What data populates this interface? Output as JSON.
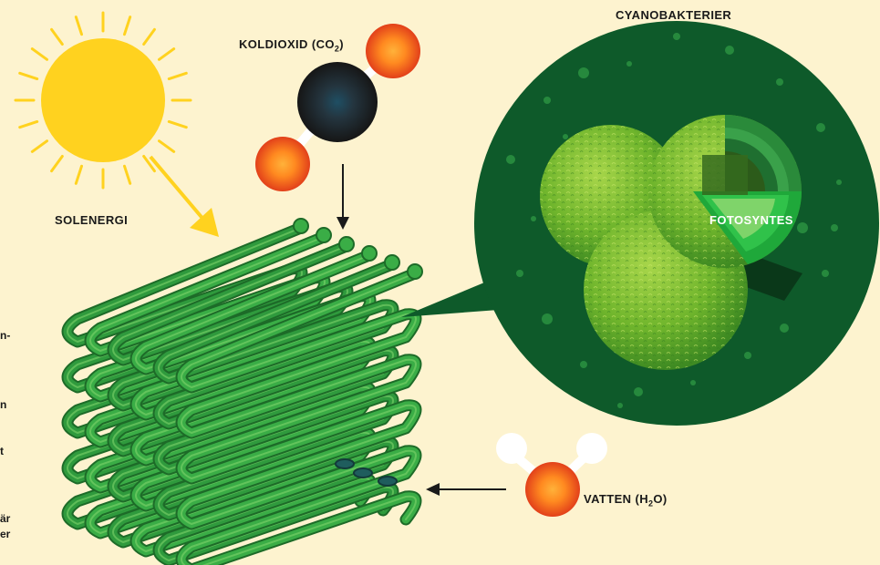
{
  "labels": {
    "koldioxid_prefix": "KOLDIOXID (CO",
    "koldioxid_sub": "2",
    "koldioxid_suffix": ")",
    "solenergi": "SOLENERGI",
    "cyanobakterier": "CYANOBAKTERIER",
    "fotosyntes": "FOTOSYNTES",
    "vatten_prefix": "VATTEN (H",
    "vatten_sub": "2",
    "vatten_suffix": "O)"
  },
  "left_edge_text": {
    "line1": "n-",
    "line2": "n",
    "line3": "t",
    "line4": "är",
    "line5": "er"
  },
  "colors": {
    "background": "#fdf3cf",
    "sun": "#ffd21f",
    "tube": "#2f9a3d",
    "tube_light": "#4fc15a",
    "circle": "#0e5a2a",
    "oxygen": "#f26a1b",
    "carbon": "#1b1b1b"
  }
}
